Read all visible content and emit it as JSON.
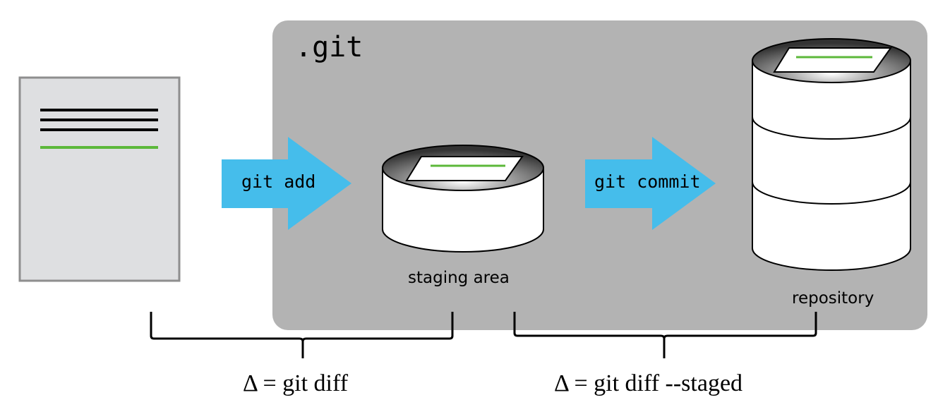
{
  "git_box": {
    "title": ".git"
  },
  "arrows": {
    "add": {
      "label": "git add"
    },
    "commit": {
      "label": "git commit"
    }
  },
  "stores": {
    "staging": {
      "label": "staging area"
    },
    "repository": {
      "label": "repository"
    }
  },
  "braces": {
    "left": {
      "label": "Δ = git diff"
    },
    "right": {
      "label": "Δ = git diff --staged"
    }
  },
  "colors": {
    "git_box": "#b3b3b3",
    "arrow": "#45bdeb",
    "change_line": "#5cb83a",
    "file_page": "#dedfe1",
    "cylinder_top": "#3d3d3d"
  }
}
